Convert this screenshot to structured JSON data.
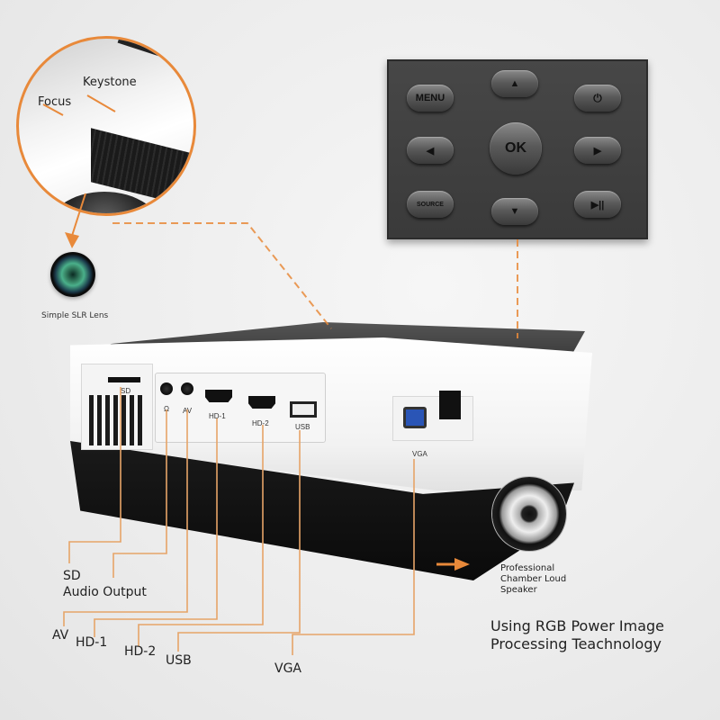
{
  "accent_color": "#e8893a",
  "zoom_callout": {
    "keystone_label": "Keystone",
    "focus_label": "Focus"
  },
  "lens": {
    "icon": "camera-lens-icon",
    "label": "Simple SLR Lens"
  },
  "remote_panel": {
    "buttons": {
      "menu": "MENU",
      "up": "▲",
      "power": "⏻",
      "left": "◀",
      "ok": "OK",
      "right": "▶",
      "source": "SOURCE",
      "down": "▼",
      "play_pause": "▶||"
    }
  },
  "ports": {
    "sd": "SD",
    "audio": "Ω",
    "av": "AV",
    "hd1": "HD-1",
    "hd2": "HD-2",
    "usb": "USB",
    "vga": "VGA"
  },
  "legend": {
    "sd": "SD",
    "audio_output": "Audio Output",
    "av": "AV",
    "hd1": "HD-1",
    "hd2": "HD-2",
    "usb": "USB",
    "vga": "VGA"
  },
  "speaker": {
    "icon": "speaker-icon",
    "label_line1": "Professional",
    "label_line2": "Chamber Loud",
    "label_line3": "Speaker"
  },
  "tagline": {
    "line1": "Using RGB Power Image",
    "line2": "Processing Teachnology"
  }
}
